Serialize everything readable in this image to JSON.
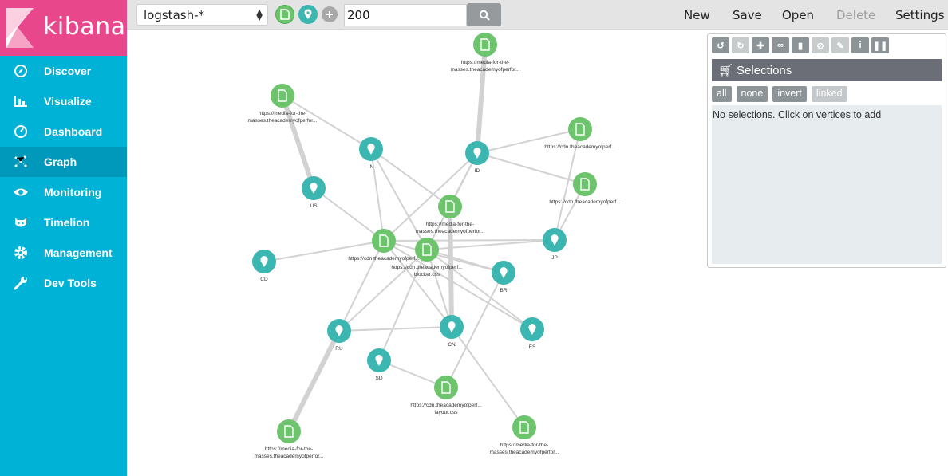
{
  "app": {
    "name": "kibana"
  },
  "sidebar": {
    "items": [
      {
        "label": "Discover",
        "icon": "compass-icon"
      },
      {
        "label": "Visualize",
        "icon": "bar-chart-icon"
      },
      {
        "label": "Dashboard",
        "icon": "gauge-icon"
      },
      {
        "label": "Graph",
        "icon": "graph-icon",
        "active": true
      },
      {
        "label": "Monitoring",
        "icon": "eye-icon"
      },
      {
        "label": "Timelion",
        "icon": "timelion-icon"
      },
      {
        "label": "Management",
        "icon": "gear-icon"
      },
      {
        "label": "Dev Tools",
        "icon": "wrench-icon"
      }
    ]
  },
  "toolbar": {
    "index_pattern": "logstash-*",
    "search_value": "200",
    "menu": {
      "new": "New",
      "save": "Save",
      "open": "Open",
      "delete": "Delete",
      "settings": "Settings"
    }
  },
  "graph": {
    "nodes": [
      {
        "id": "d1",
        "type": "doc",
        "label1": "https://media-for-the-",
        "label2": "masses.theacademyofperfor..."
      },
      {
        "id": "d2",
        "type": "doc",
        "label1": "https://media-for-the-",
        "label2": "masses.theacademyofperfor..."
      },
      {
        "id": "d3",
        "type": "doc",
        "label1": "https://cdn.theacademyofperf...",
        "label2": ""
      },
      {
        "id": "d4",
        "type": "doc",
        "label1": "https://cdn.theacademyofperf...",
        "label2": ""
      },
      {
        "id": "d5",
        "type": "doc",
        "label1": "https://media-for-the-",
        "label2": "masses.theacademyofperfor..."
      },
      {
        "id": "d6",
        "type": "doc",
        "label1": "https://cdn.theacademyofperf...",
        "label2": ""
      },
      {
        "id": "d7",
        "type": "doc",
        "label1": "https://cdn.theacademyofperf...",
        "label2": "blocker.css"
      },
      {
        "id": "d8",
        "type": "doc",
        "label1": "https://cdn.theacademyofperf...",
        "label2": "layout.css"
      },
      {
        "id": "d9",
        "type": "doc",
        "label1": "https://media-for-the-",
        "label2": "masses.theacademyofperfor..."
      },
      {
        "id": "d10",
        "type": "doc",
        "label1": "https://media-for-the-",
        "label2": "masses.theacademyofperfor..."
      },
      {
        "id": "IN",
        "type": "geo",
        "label1": "IN",
        "label2": ""
      },
      {
        "id": "ID",
        "type": "geo",
        "label1": "ID",
        "label2": ""
      },
      {
        "id": "US",
        "type": "geo",
        "label1": "US",
        "label2": ""
      },
      {
        "id": "JP",
        "type": "geo",
        "label1": "JP",
        "label2": ""
      },
      {
        "id": "CD",
        "type": "geo",
        "label1": "CD",
        "label2": ""
      },
      {
        "id": "BR",
        "type": "geo",
        "label1": "BR",
        "label2": ""
      },
      {
        "id": "RU",
        "type": "geo",
        "label1": "RU",
        "label2": ""
      },
      {
        "id": "CN",
        "type": "geo",
        "label1": "CN",
        "label2": ""
      },
      {
        "id": "ES",
        "type": "geo",
        "label1": "ES",
        "label2": ""
      },
      {
        "id": "SD",
        "type": "geo",
        "label1": "SD",
        "label2": ""
      }
    ],
    "edges": [
      [
        "d1",
        "ID",
        "thick"
      ],
      [
        "d2",
        "US",
        "thick"
      ],
      [
        "d2",
        "IN",
        "thin"
      ],
      [
        "d3",
        "ID",
        "thin"
      ],
      [
        "d4",
        "JP",
        "thin"
      ],
      [
        "d4",
        "ID",
        "thin"
      ],
      [
        "d3",
        "JP",
        "thin"
      ],
      [
        "d5",
        "IN",
        "thin"
      ],
      [
        "d5",
        "CN",
        "thick"
      ],
      [
        "d5",
        "ID",
        "thin"
      ],
      [
        "d6",
        "IN",
        "thin"
      ],
      [
        "d6",
        "ID",
        "thin"
      ],
      [
        "d6",
        "US",
        "thin"
      ],
      [
        "d6",
        "CD",
        "thin"
      ],
      [
        "d6",
        "JP",
        "thin"
      ],
      [
        "d6",
        "RU",
        "thin"
      ],
      [
        "d6",
        "CN",
        "thin"
      ],
      [
        "d6",
        "BR",
        "thin"
      ],
      [
        "d7",
        "IN",
        "thin"
      ],
      [
        "d7",
        "JP",
        "thin"
      ],
      [
        "d7",
        "RU",
        "thin"
      ],
      [
        "d7",
        "CN",
        "thin"
      ],
      [
        "d7",
        "ES",
        "thin"
      ],
      [
        "d7",
        "SD",
        "thin"
      ],
      [
        "d7",
        "BR",
        "thin"
      ],
      [
        "d7",
        "ID",
        "thin"
      ],
      [
        "d8",
        "BR",
        "thin"
      ],
      [
        "d8",
        "SD",
        "thin"
      ],
      [
        "d9",
        "RU",
        "thick"
      ],
      [
        "d10",
        "CN",
        "thin"
      ],
      [
        "RU",
        "CN",
        "thin"
      ],
      [
        "d6",
        "ES",
        "thin"
      ]
    ]
  },
  "panel": {
    "tools": [
      "undo-icon",
      "redo-icon",
      "plus-icon",
      "link-icon",
      "trash-icon",
      "ban-icon",
      "brush-icon",
      "info-icon",
      "pause-icon"
    ],
    "selections_title": "Selections",
    "buttons": {
      "all": "all",
      "none": "none",
      "invert": "invert",
      "linked": "linked"
    },
    "empty_message": "No selections. Click on vertices to add"
  },
  "colors": {
    "sidebar": "#00b2d6",
    "logo": "#e8488b",
    "doc_node": "#6dc46d",
    "geo_node": "#3cb6b0",
    "edge": "#d2d2d2"
  }
}
